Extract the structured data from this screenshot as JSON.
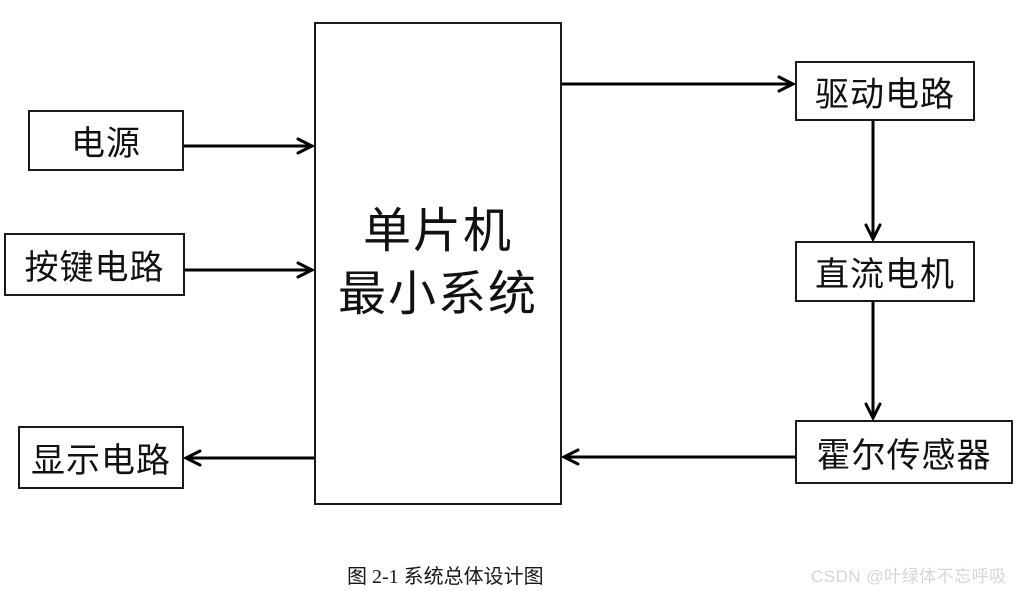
{
  "figure": {
    "caption": "图 2-1 系统总体设计图",
    "watermark": "CSDN @叶绿体不忘呼吸"
  },
  "blocks": {
    "power": "电源",
    "keypad": "按键电路",
    "display": "显示电路",
    "mcu_line1": "单片机",
    "mcu_line2": "最小系统",
    "driver": "驱动电路",
    "motor": "直流电机",
    "hall": "霍尔传感器"
  },
  "connections": [
    {
      "from": "电源",
      "to": "单片机最小系统"
    },
    {
      "from": "按键电路",
      "to": "单片机最小系统"
    },
    {
      "from": "单片机最小系统",
      "to": "驱动电路"
    },
    {
      "from": "驱动电路",
      "to": "直流电机"
    },
    {
      "from": "直流电机",
      "to": "霍尔传感器"
    },
    {
      "from": "霍尔传感器",
      "to": "单片机最小系统"
    },
    {
      "from": "单片机最小系统",
      "to": "显示电路"
    }
  ],
  "colors": {
    "line": "#000000",
    "background": "#ffffff",
    "watermark_text": "#d5d5d5"
  }
}
